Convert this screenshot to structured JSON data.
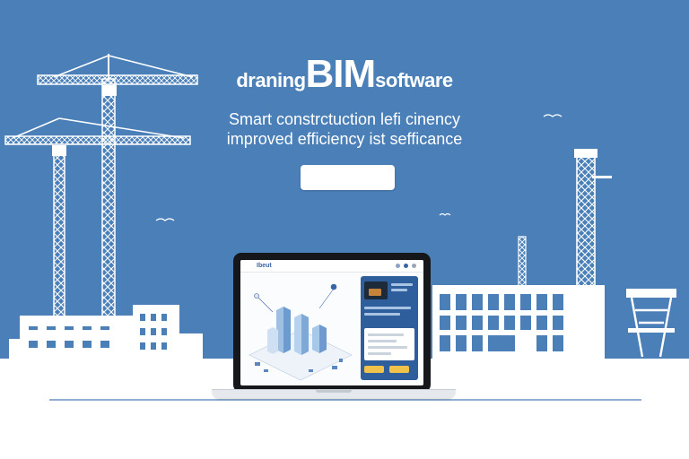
{
  "hero": {
    "headline_prefix": "draning",
    "headline_main": "BIM",
    "headline_suffix": "software",
    "tagline_line1": "Smart constrctuction lefi cinency",
    "tagline_line2": "improved efficiency ist sefficance",
    "cta_label": ""
  },
  "app_screen": {
    "brand": "Ibeut"
  },
  "colors": {
    "background": "#4a7fb8",
    "foreground": "#ffffff",
    "accent": "#f0c24b",
    "panel": "#2f5e9c"
  }
}
